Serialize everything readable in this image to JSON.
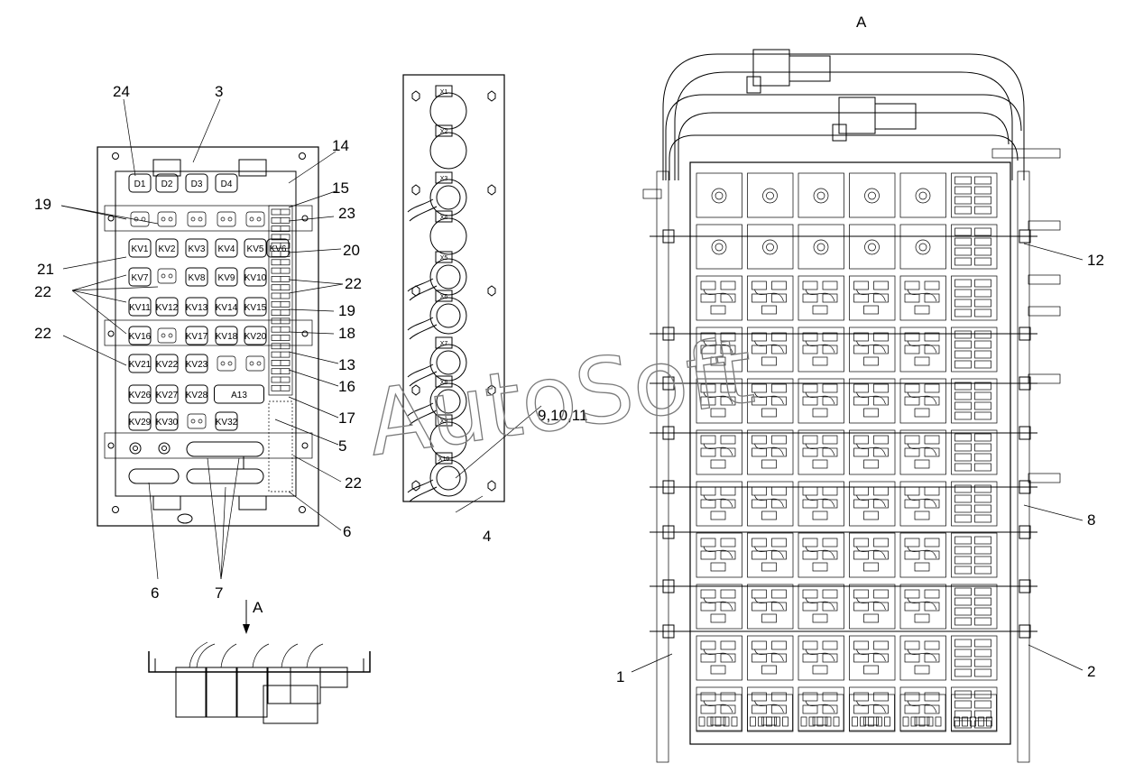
{
  "view_labels": {
    "main": "A",
    "arrow": "A"
  },
  "watermark": "AutoSoft",
  "panel_relays": [
    [
      "D1",
      "D2",
      "D3",
      "D4"
    ],
    [
      "KV1",
      "KV2",
      "KV3",
      "KV4",
      "KV5",
      "KV6"
    ],
    [
      "KV7",
      "",
      "KV8",
      "KV9",
      "KV10"
    ],
    [
      "KV11",
      "KV12",
      "KV13",
      "KV14",
      "KV15"
    ],
    [
      "KV16",
      "",
      "KV17",
      "KV18",
      "KV20"
    ],
    [
      "KV21",
      "KV22",
      "KV23"
    ],
    [
      "KV26",
      "KV27",
      "KV28",
      "A13"
    ],
    [
      "KV29",
      "KV30",
      "",
      "KV32"
    ]
  ],
  "connectors": [
    "X1",
    "X2",
    "X3",
    "X4",
    "X5",
    "X6",
    "X7",
    "X8",
    "X9",
    "X10"
  ],
  "callouts": {
    "c24": "24",
    "c3": "3",
    "c14": "14",
    "c15": "15",
    "c19a": "19",
    "c23": "23",
    "c20": "20",
    "c21": "21",
    "c22a": "22",
    "c22b": "22",
    "c19b": "19",
    "c22c": "22",
    "c18": "18",
    "c13": "13",
    "c16": "16",
    "c17": "17",
    "c5": "5",
    "c22d": "22",
    "c6a": "6",
    "c6b": "6",
    "c7": "7",
    "c4": "4",
    "c9": "9,10,11",
    "c12": "12",
    "c8": "8",
    "c1": "1",
    "c2": "2"
  },
  "icons": [
    "relay-block",
    "connector-plug",
    "cable-bundle",
    "mounting-hole",
    "arrow-down"
  ]
}
